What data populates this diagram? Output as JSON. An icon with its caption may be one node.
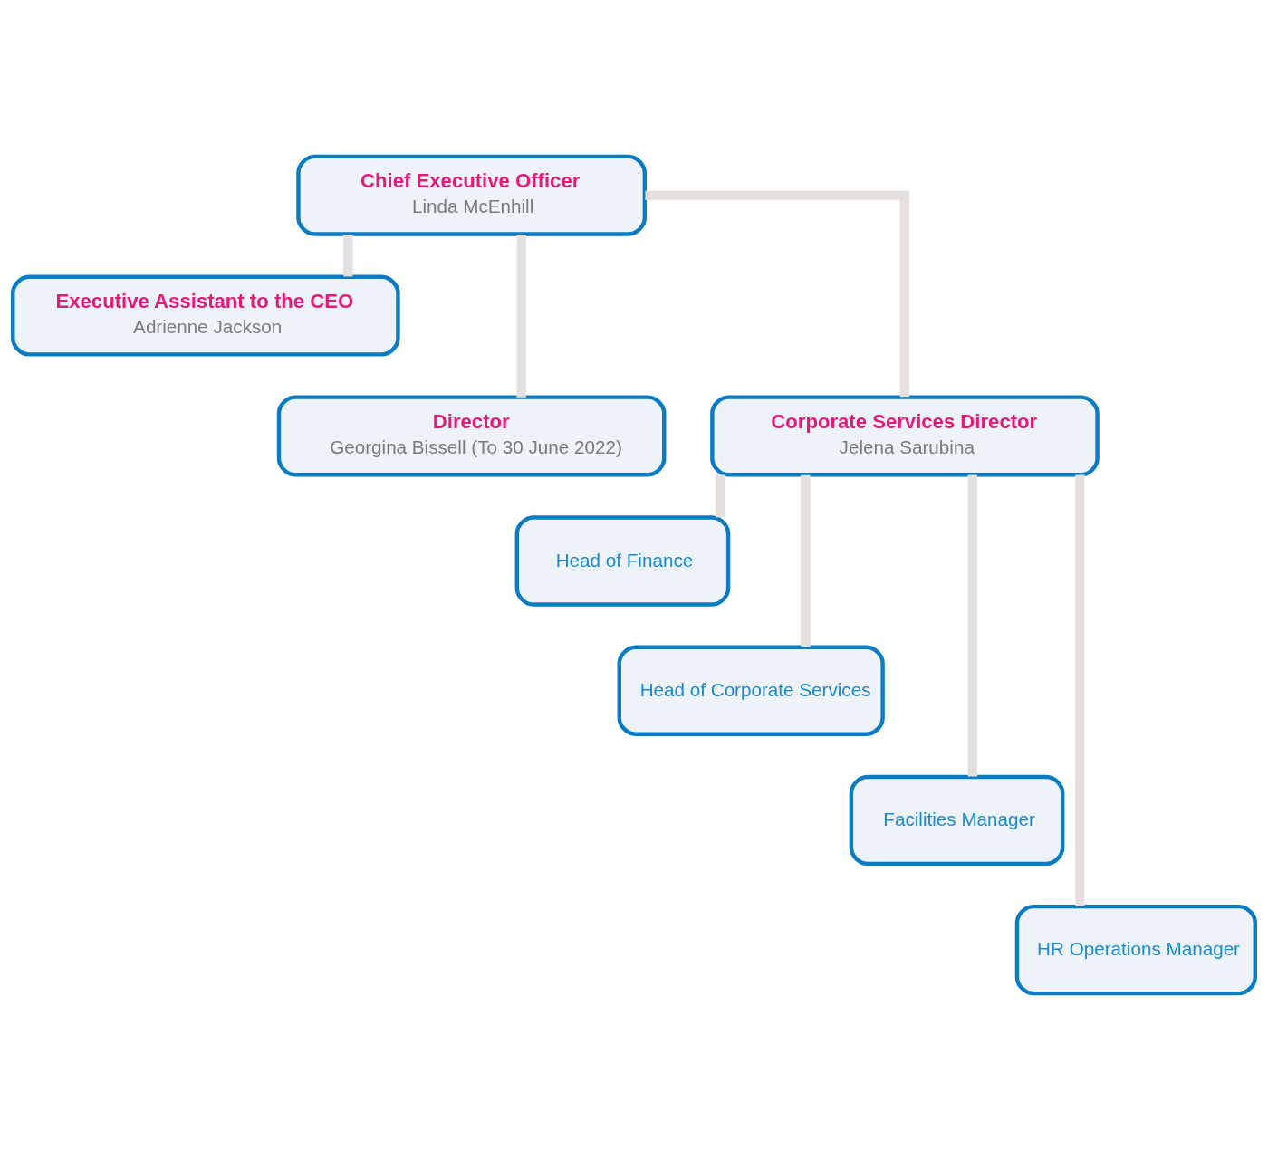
{
  "diagram": {
    "nodes": [
      {
        "text": [
          "Chief Executive Officer",
          "Linda McEnhill"
        ]
      },
      {
        "text": [
          "Executive Assistant to the CEO",
          "Adrienne Jackson"
        ]
      },
      {
        "text": [
          "Director",
          "Georgina Bissell (To 30 June 2022)"
        ]
      },
      {
        "text": [
          "Corporate Services Director",
          "Jelena Sarubina"
        ]
      },
      {
        "text": [
          "Head of Finance"
        ]
      },
      {
        "text": [
          "Head of Corporate Services"
        ]
      },
      {
        "text": [
          "Facilities Manager"
        ]
      },
      {
        "text": [
          "HR Operations Manager"
        ]
      }
    ],
    "edges": [
      {
        "from": 0,
        "to": 1,
        "arrow": "none"
      },
      {
        "from": 0,
        "to": 2,
        "arrow": "none"
      },
      {
        "from": 0,
        "to": 3,
        "arrow": "none"
      },
      {
        "from": 3,
        "to": 4,
        "arrow": "none"
      },
      {
        "from": 3,
        "to": 5,
        "arrow": "none"
      },
      {
        "from": 3,
        "to": 6,
        "arrow": "none"
      },
      {
        "from": 3,
        "to": 7,
        "arrow": "none"
      }
    ]
  }
}
